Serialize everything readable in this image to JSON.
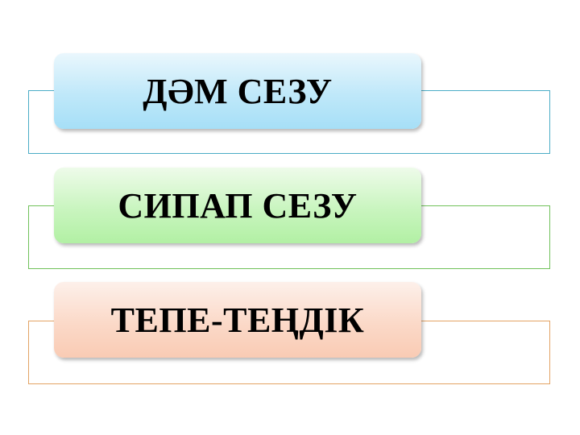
{
  "items": [
    {
      "label": "ДӘМ СЕЗУ",
      "frame_color": "#4bacc6",
      "fill_color": "#bfe8f9"
    },
    {
      "label": "СИПАП СЕЗУ",
      "frame_color": "#70c15a",
      "fill_color": "#c9f5bf"
    },
    {
      "label": "ТЕПЕ-ТЕҢДІК",
      "frame_color": "#e3a364",
      "fill_color": "#fbd9c8"
    }
  ]
}
